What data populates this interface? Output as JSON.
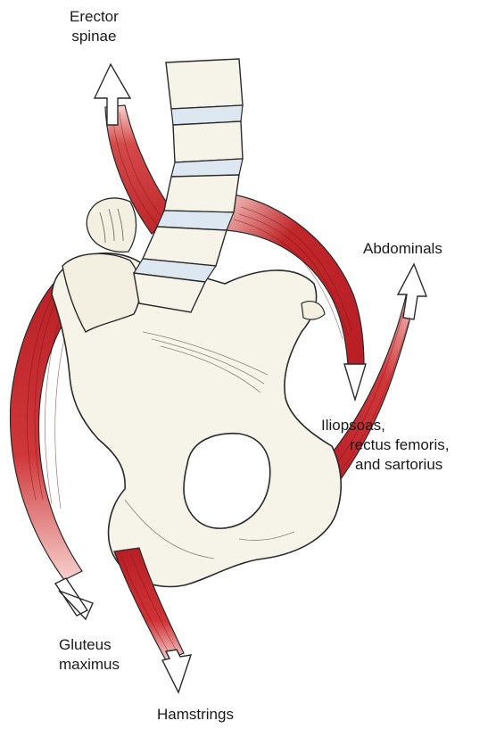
{
  "figure": {
    "labels": {
      "erector_spinae": [
        "Erector",
        "spinae"
      ],
      "abdominals": [
        "Abdominals"
      ],
      "iliopsoas": [
        "Iliopsoas,",
        "rectus femoris,",
        "and sartorius"
      ],
      "gluteus_maximus": [
        "Gluteus",
        "maximus"
      ],
      "hamstrings": [
        "Hamstrings"
      ]
    },
    "colors": {
      "muscle": "#c0262a",
      "muscle_light": "#f2b8b4",
      "bone_fill": "#f6f4e8",
      "disc_fill": "#dde7f2",
      "outline": "#2a2a2a",
      "arrow_fill": "#ffffff"
    }
  }
}
